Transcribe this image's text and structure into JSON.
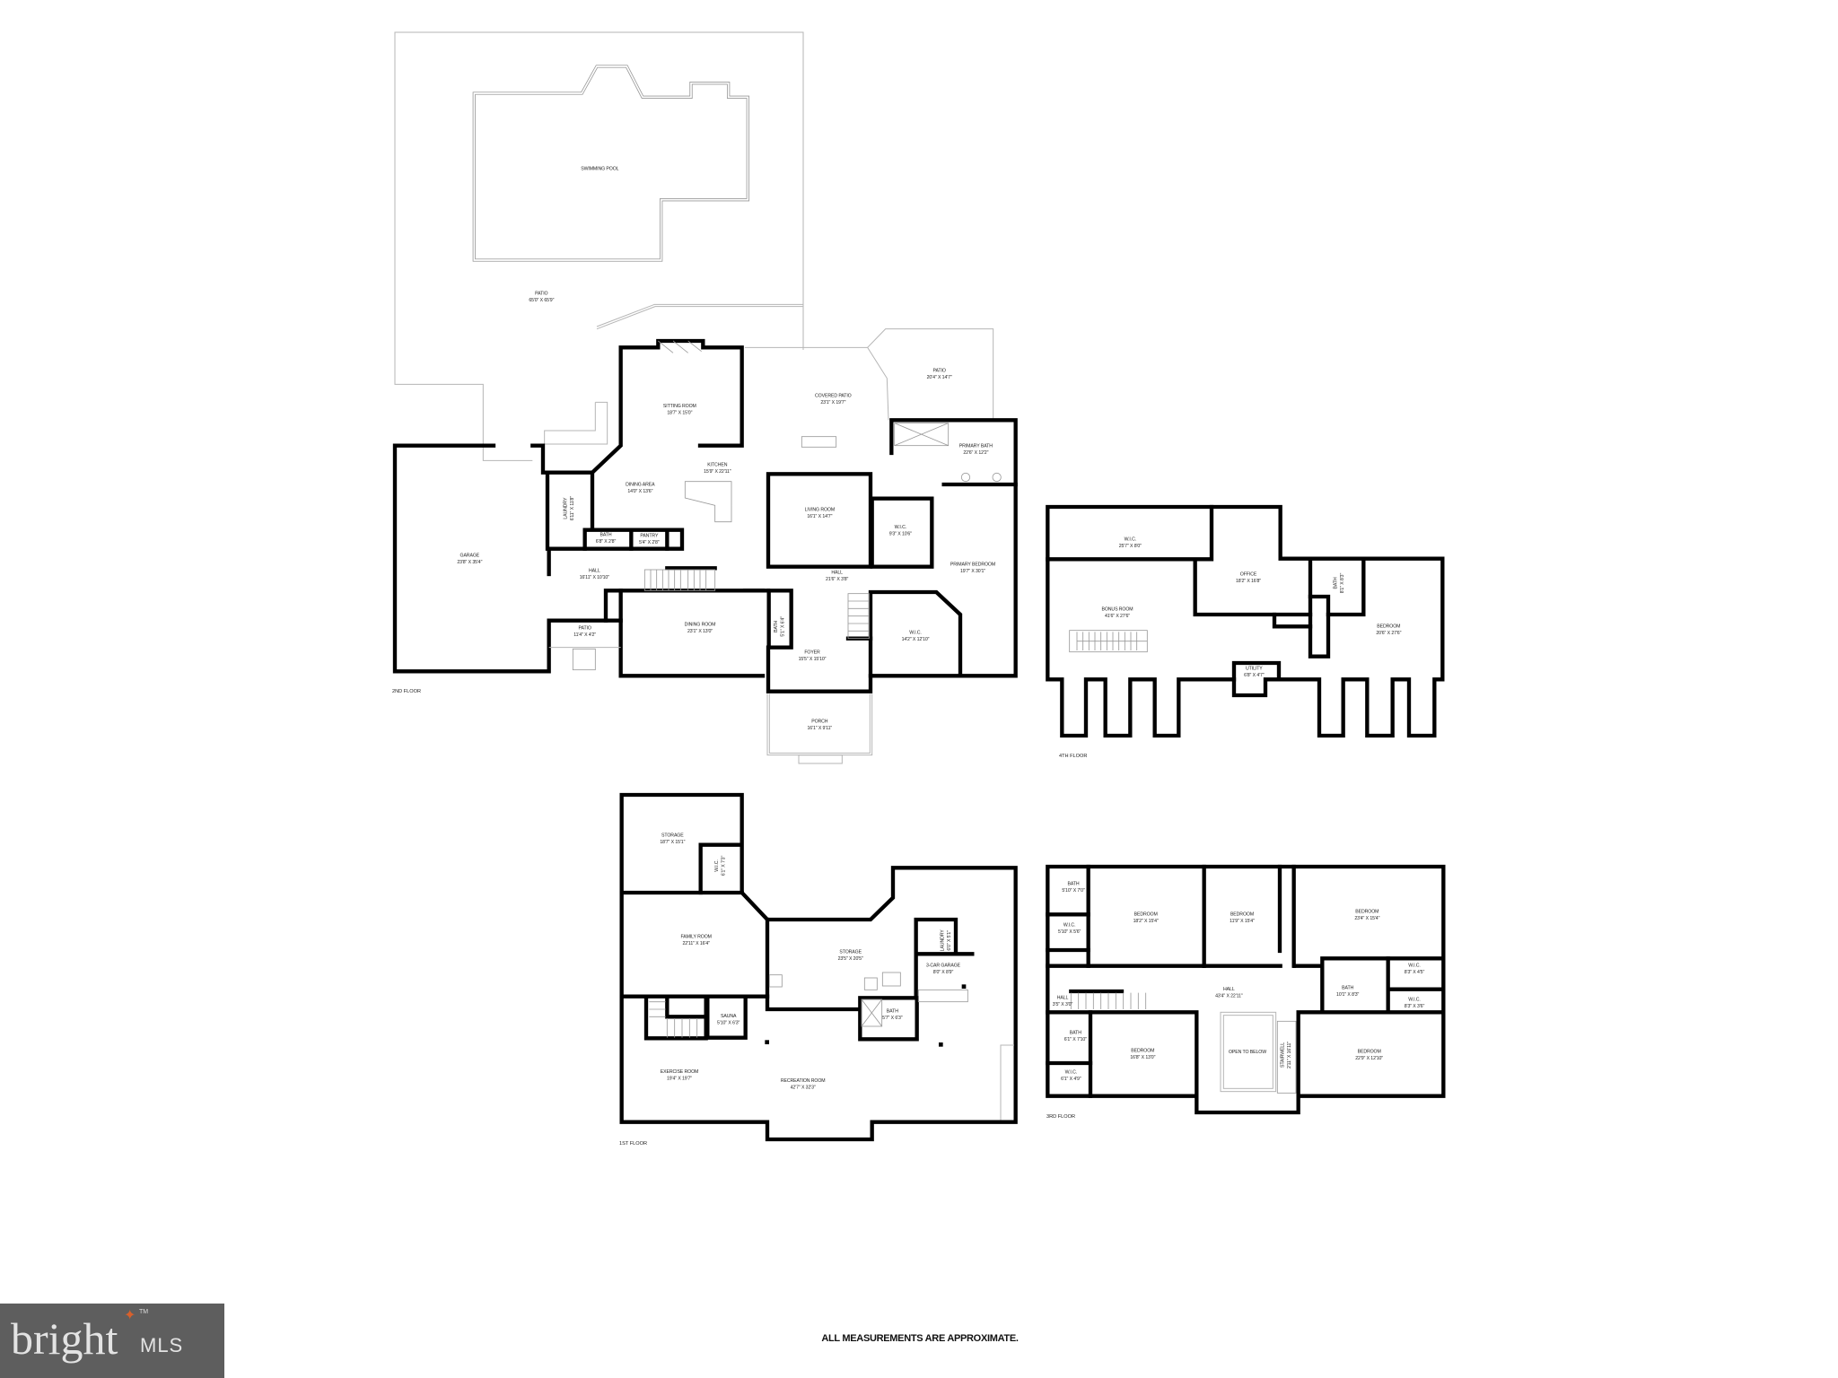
{
  "floors": {
    "second": {
      "label": "2ND FLOOR",
      "rooms": [
        {
          "name": "GARAGE",
          "dims": "23'8\" X 35'4\""
        },
        {
          "name": "SITTING ROOM",
          "dims": "18'7\" X 15'0\""
        },
        {
          "name": "KITCHEN",
          "dims": "15'9\" X 22'11\""
        },
        {
          "name": "DINING AREA",
          "dims": "14'0\" X 13'6\""
        },
        {
          "name": "LAUNDRY",
          "dims": "6'11\" X 11'8\""
        },
        {
          "name": "BATH",
          "dims": "6'8\" X 2'8\""
        },
        {
          "name": "PANTRY",
          "dims": "5'4\" X 2'8\""
        },
        {
          "name": "HALL",
          "dims": "16'11\" X 10'10\""
        },
        {
          "name": "PATIO",
          "dims": "11'4\" X 4'2\""
        },
        {
          "name": "DINING ROOM",
          "dims": "23'1\" X 13'0\""
        },
        {
          "name": "PATIO",
          "dims": "20'4\" X 14'7\""
        },
        {
          "name": "COVERED PATIO",
          "dims": "23'1\" X 19'7\""
        },
        {
          "name": "PRIMARY BATH",
          "dims": "22'6\" X 12'2\""
        },
        {
          "name": "LIVING ROOM",
          "dims": "16'1\" X 14'7\""
        },
        {
          "name": "W.I.C.",
          "dims": "9'3\" X 10'6\""
        },
        {
          "name": "PRIMARY BEDROOM",
          "dims": "19'7\" X 30'1\""
        },
        {
          "name": "HALL",
          "dims": "21'6\" X 3'8\""
        },
        {
          "name": "BATH",
          "dims": "5'1\" X 6'4\""
        },
        {
          "name": "W.I.C.",
          "dims": "14'2\" X 12'10\""
        },
        {
          "name": "FOYER",
          "dims": "15'5\" X 15'10\""
        },
        {
          "name": "PORCH",
          "dims": "16'1\" X 9'11\""
        },
        {
          "name": "SWIMMING POOL",
          "dims": ""
        },
        {
          "name": "PATIO",
          "dims": "65'0\" X 65'9\""
        }
      ]
    },
    "fourth": {
      "label": "4TH FLOOR",
      "rooms": [
        {
          "name": "W.I.C.",
          "dims": "25'7\" X 8'0\""
        },
        {
          "name": "OFFICE",
          "dims": "18'2\" X 16'8\""
        },
        {
          "name": "BONUS ROOM",
          "dims": "41'6\" X 27'6\""
        },
        {
          "name": "BATH",
          "dims": "8'1\" X 8'3\""
        },
        {
          "name": "BEDROOM",
          "dims": "20'6\" X 27'6\""
        },
        {
          "name": "UTILITY",
          "dims": "6'8\" X 4'7\""
        }
      ]
    },
    "first": {
      "label": "1ST FLOOR",
      "rooms": [
        {
          "name": "STORAGE",
          "dims": "18'7\" X 15'1\""
        },
        {
          "name": "W.I.C.",
          "dims": "6'1\" X 7'3\""
        },
        {
          "name": "FAMILY ROOM",
          "dims": "22'11\" X 16'4\""
        },
        {
          "name": "STORAGE",
          "dims": "23'5\" X 20'5\""
        },
        {
          "name": "LAUNDRY",
          "dims": "6'0\" X 5'1\""
        },
        {
          "name": "3-CAR GARAGE",
          "dims": "8'0\" X 8'9\""
        },
        {
          "name": "SAUNA",
          "dims": "5'10\" X 6'3\""
        },
        {
          "name": "BATH",
          "dims": "5'7\" X 6'3\""
        },
        {
          "name": "EXERCISE ROOM",
          "dims": "19'4\" X 19'7\""
        },
        {
          "name": "RECREATION ROOM",
          "dims": "42'7\" X 32'3\""
        }
      ]
    },
    "third": {
      "label": "3RD FLOOR",
      "rooms": [
        {
          "name": "BATH",
          "dims": "5'10\" X 7'0\""
        },
        {
          "name": "W.I.C.",
          "dims": "5'10\" X 5'6\""
        },
        {
          "name": "BEDROOM",
          "dims": "18'2\" X 15'4\""
        },
        {
          "name": "BEDROOM",
          "dims": "11'9\" X 15'4\""
        },
        {
          "name": "BEDROOM",
          "dims": "23'4\" X 15'4\""
        },
        {
          "name": "W.I.C.",
          "dims": "8'3\" X 4'5\""
        },
        {
          "name": "HALL",
          "dims": "43'4\" X 22'11\""
        },
        {
          "name": "BATH",
          "dims": "10'1\" X 8'3\""
        },
        {
          "name": "W.I.C.",
          "dims": "8'3\" X 3'6\""
        },
        {
          "name": "HALL",
          "dims": "3'5\" X 3'0\""
        },
        {
          "name": "BATH",
          "dims": "6'1\" X 7'10\""
        },
        {
          "name": "BEDROOM",
          "dims": "16'8\" X 13'0\""
        },
        {
          "name": "OPEN TO BELOW",
          "dims": ""
        },
        {
          "name": "STAIRWELL",
          "dims": "2'11\" X 16'11\""
        },
        {
          "name": "BEDROOM",
          "dims": "22'9\" X 12'10\""
        },
        {
          "name": "W.I.C.",
          "dims": "6'1\" X 4'9\""
        }
      ]
    }
  },
  "footer": {
    "disclaimer": "ALL MEASUREMENTS ARE APPROXIMATE.",
    "logo": {
      "word": "bright",
      "suffix": "MLS",
      "trademark": "TM"
    }
  },
  "colors": {
    "walls": "#000000",
    "logo_bg": "#5e5e5e",
    "logo_accent": "#d7602c"
  }
}
